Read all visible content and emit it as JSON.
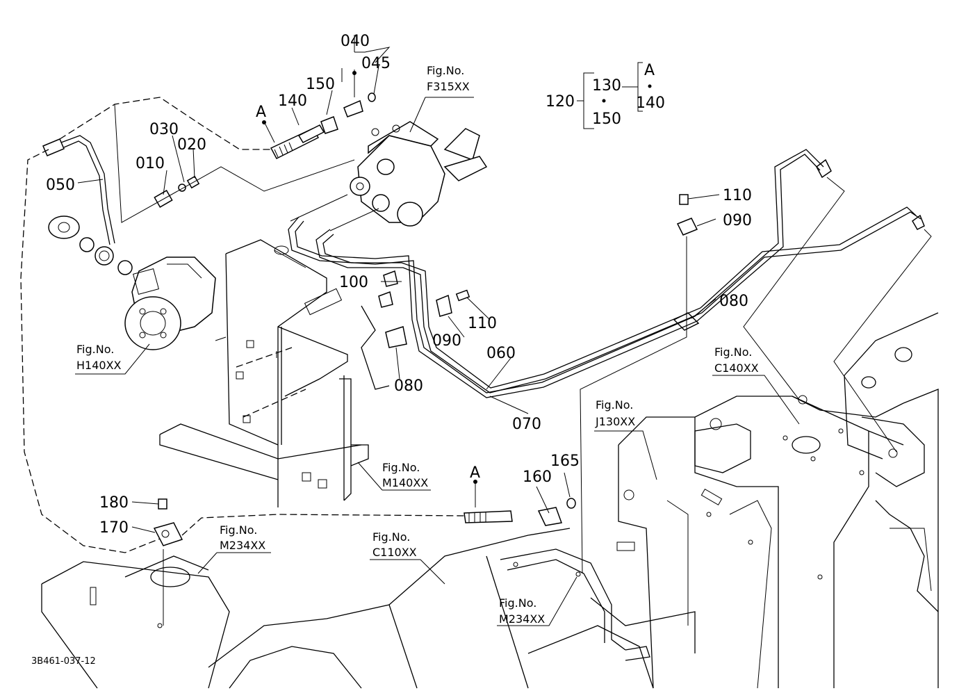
{
  "callouts": {
    "c040": "040",
    "c045": "045",
    "c150a": "150",
    "c140a": "140",
    "cA1": "A",
    "c030": "030",
    "c020": "020",
    "c010": "010",
    "c050": "050",
    "c120": "120",
    "c130": "130",
    "c150b": "150",
    "cA2": "A",
    "c140b": "140",
    "c110a": "110",
    "c090a": "090",
    "c080a": "080",
    "c100": "100",
    "c110b": "110",
    "c090b": "090",
    "c080b": "080",
    "c060": "060",
    "c070": "070",
    "cA3": "A",
    "c160": "160",
    "c165": "165",
    "c180": "180",
    "c170": "170"
  },
  "figure_refs": {
    "f315": {
      "label": "Fig.No.",
      "code": "F315XX"
    },
    "h140": {
      "label": "Fig.No.",
      "code": "H140XX"
    },
    "c140": {
      "label": "Fig.No.",
      "code": "C140XX"
    },
    "j130": {
      "label": "Fig.No.",
      "code": "J130XX"
    },
    "m140": {
      "label": "Fig.No.",
      "code": "M140XX"
    },
    "m234a": {
      "label": "Fig.No.",
      "code": "M234XX"
    },
    "c110": {
      "label": "Fig.No.",
      "code": "C110XX"
    },
    "m234b": {
      "label": "Fig.No.",
      "code": "M234XX"
    }
  },
  "drawing_code": "3B461-037-12"
}
